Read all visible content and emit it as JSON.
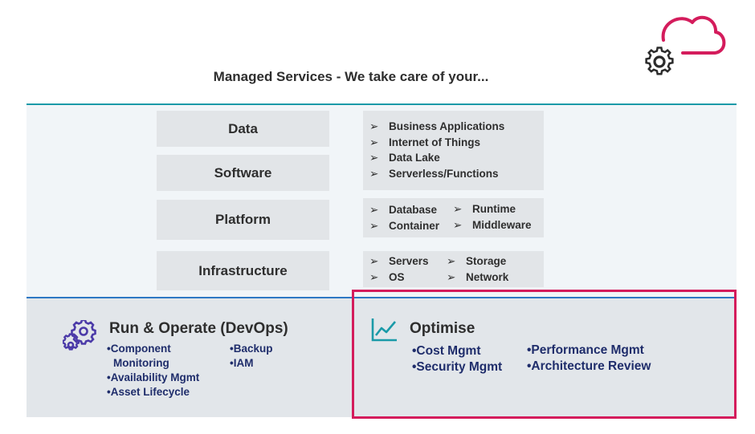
{
  "header": {
    "title": "Managed Services - We take care of your..."
  },
  "icons": {
    "logo": "cloud-gear-icon",
    "devops": "gears-icon",
    "optimise": "chart-line-icon"
  },
  "colors": {
    "accent_pink": "#d41c5c",
    "teal_rule": "#1a9aa8",
    "blue_rule": "#2d78c4",
    "navy_text": "#1f2d6b",
    "purple_icon": "#4b3aa8"
  },
  "layers": [
    {
      "label": "Data"
    },
    {
      "label": "Software"
    },
    {
      "label": "Platform"
    },
    {
      "label": "Infrastructure"
    }
  ],
  "details": {
    "data_software": [
      "Business Applications",
      "Internet of Things",
      "Data Lake",
      "Serverless/Functions"
    ],
    "platform": [
      "Database",
      "Container",
      "Runtime",
      "Middleware"
    ],
    "infrastructure": [
      "Servers",
      "OS",
      "Storage",
      "Network"
    ]
  },
  "bullet_glyph": "➢",
  "run_operate": {
    "title": "Run & Operate (DevOps)",
    "col1": [
      "•Component",
      "Monitoring",
      "•Availability Mgmt",
      "•Asset Lifecycle"
    ],
    "col2": [
      "•Backup",
      "•IAM"
    ]
  },
  "optimise": {
    "title": "Optimise",
    "col1": [
      "•Cost Mgmt",
      "•Security Mgmt"
    ],
    "col2": [
      "•Performance Mgmt",
      "•Architecture Review"
    ]
  }
}
